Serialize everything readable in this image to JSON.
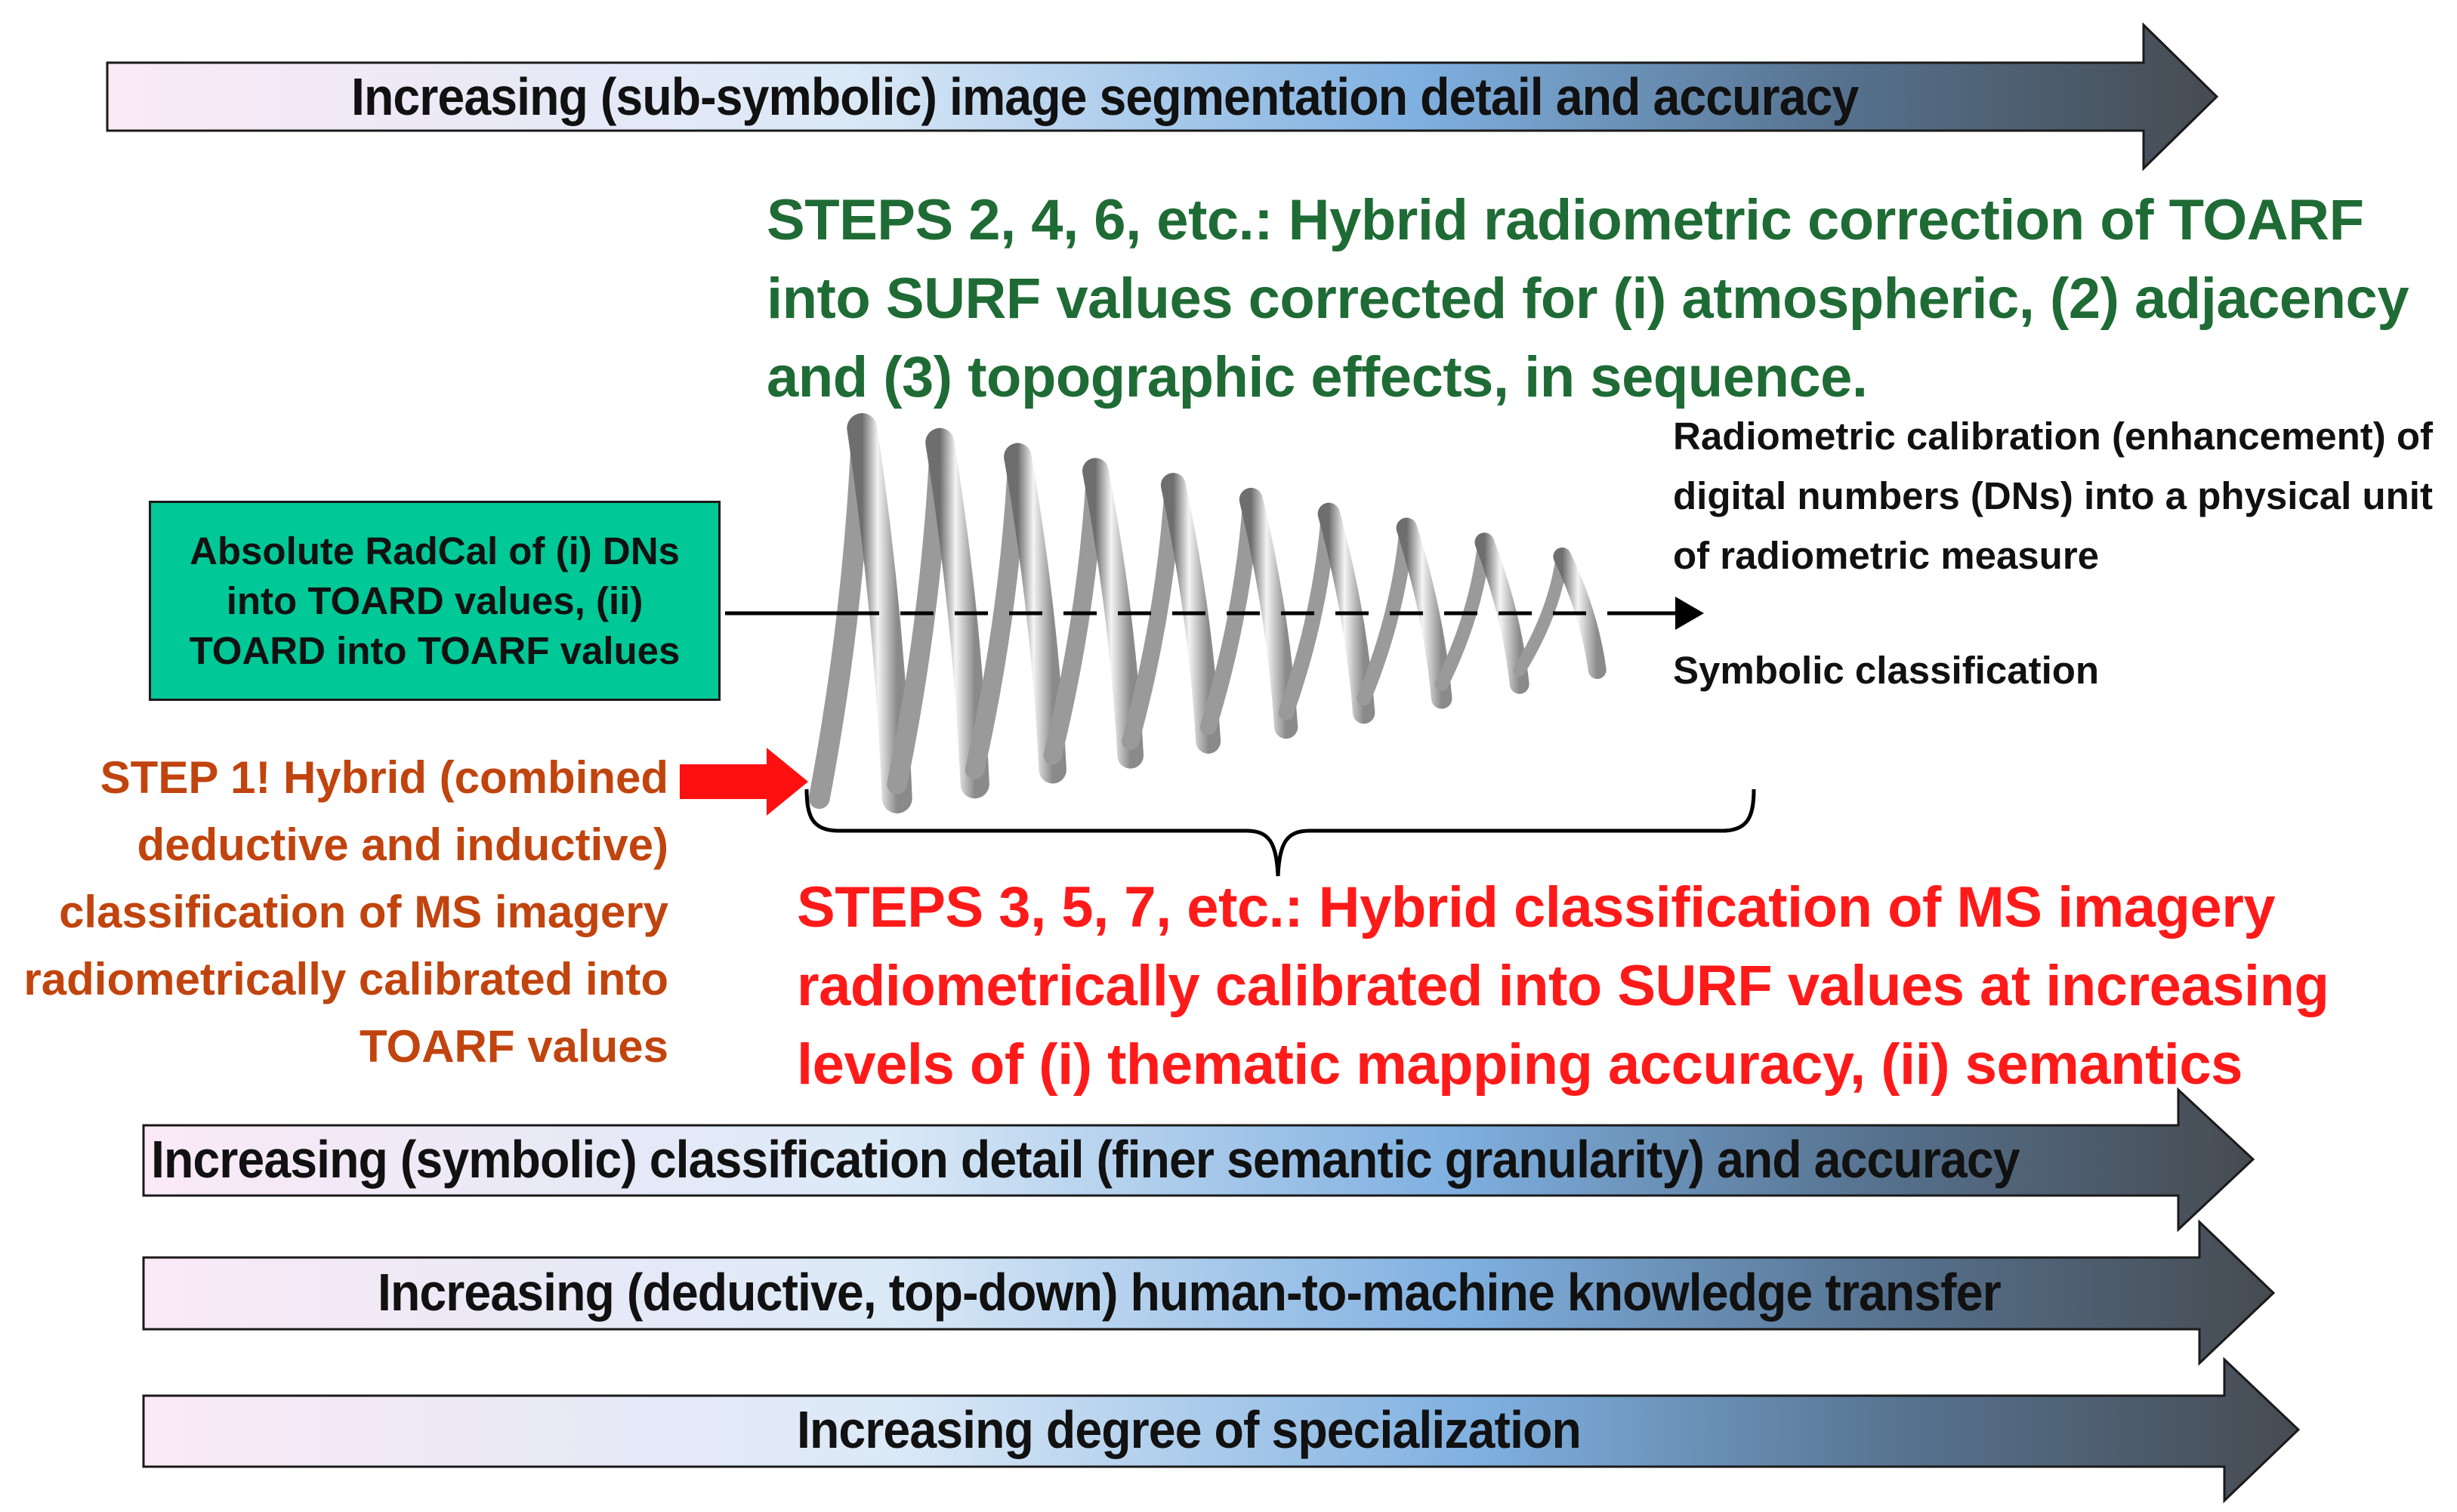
{
  "top_arrow": {
    "label": "Increasing (sub-symbolic) image segmentation detail and accuracy"
  },
  "green_steps": {
    "text": "STEPS 2, 4, 6, etc.: Hybrid radiometric correction of TOARF into SURF values corrected for (i) atmospheric, (2) adjacency and (3) topographic effects, in sequence."
  },
  "radcal_box": {
    "text": "Absolute RadCal of (i) DNs into TOARD values, (ii) TOARD into TOARF values"
  },
  "calibration_note": {
    "text": "Radiometric calibration (enhancement) of digital numbers (DNs) into a physical unit of radiometric measure"
  },
  "symbolic_note": {
    "text": "Symbolic classification"
  },
  "step1": {
    "text": "STEP 1! Hybrid (combined deductive and inductive) classification of MS imagery radiometrically calibrated into TOARF values"
  },
  "red_steps": {
    "text": "STEPS 3, 5, 7, etc.: Hybrid classification of MS imagery radiometrically calibrated into SURF values at increasing levels of (i) thematic mapping accuracy, (ii) semantics"
  },
  "bottom_arrows": [
    {
      "label": "Increasing (symbolic) classification detail (finer semantic granularity) and accuracy"
    },
    {
      "label": "Increasing (deductive, top-down) human-to-machine knowledge transfer"
    },
    {
      "label": "Increasing degree of specialization"
    }
  ],
  "colors": {
    "green_text": "#1f6b35",
    "red_text": "#ff1a1a",
    "step1_text": "#c1440e",
    "radcal_box_fill": "#00c896",
    "arrow_gradient": [
      "#fbe9f6",
      "#dbe9f7",
      "#7fb0e0",
      "#4f5a66"
    ]
  }
}
